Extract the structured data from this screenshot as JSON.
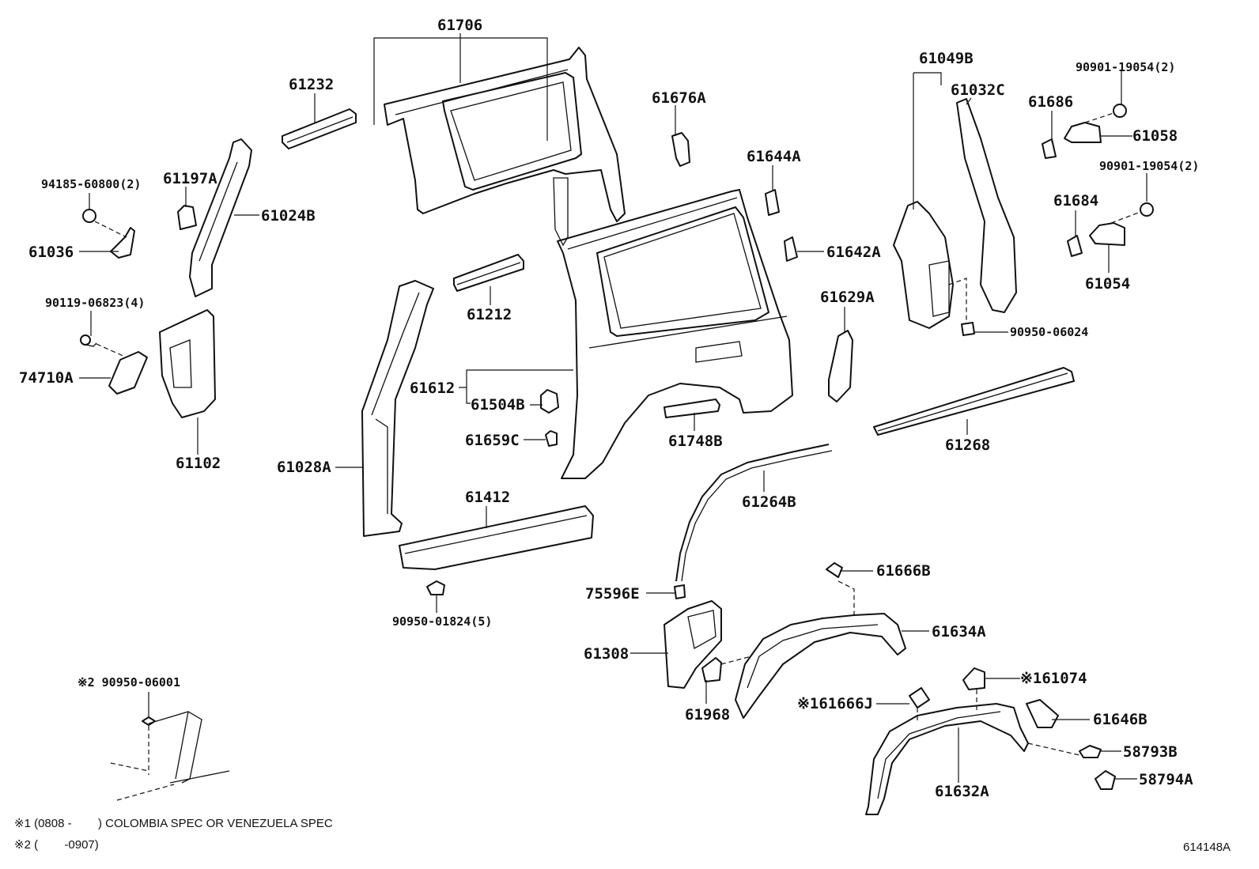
{
  "labels": {
    "l61706": "61706",
    "l61232": "61232",
    "l61676A": "61676A",
    "l61049B": "61049B",
    "l61032C": "61032C",
    "l90901a": "90901-19054(2)",
    "l61686": "61686",
    "l61058": "61058",
    "l90901b": "90901-19054(2)",
    "l61684": "61684",
    "l61054": "61054",
    "l94185": "94185-60800(2)",
    "l61036": "61036",
    "l61197A": "61197A",
    "l61024B": "61024B",
    "l61644A": "61644A",
    "l61642A": "61642A",
    "l61629A": "61629A",
    "l90950_06024": "90950-06024",
    "l90119": "90119-06823(4)",
    "l74710A": "74710A",
    "l61102": "61102",
    "l61212": "61212",
    "l61612": "61612",
    "l61504B": "61504B",
    "l61659C": "61659C",
    "l61748B": "61748B",
    "l61268": "61268",
    "l61028A": "61028A",
    "l61264B": "61264B",
    "l61412": "61412",
    "l90950_01824": "90950-01824(5)",
    "l61666B": "61666B",
    "l75596E": "75596E",
    "l61634A": "61634A",
    "l61308": "61308",
    "l61074": "※161074",
    "l61968": "61968",
    "l61666J": "※161666J",
    "l61646B": "61646B",
    "l58793B": "58793B",
    "l58794A": "58794A",
    "l61632A": "61632A",
    "l90950_06001": "※2 90950-06001"
  },
  "notes": {
    "n1": "※1 (0808 -        ) COLOMBIA SPEC OR VENEZUELA SPEC",
    "n2": "※2 (        -0907)",
    "code": "614148A"
  }
}
